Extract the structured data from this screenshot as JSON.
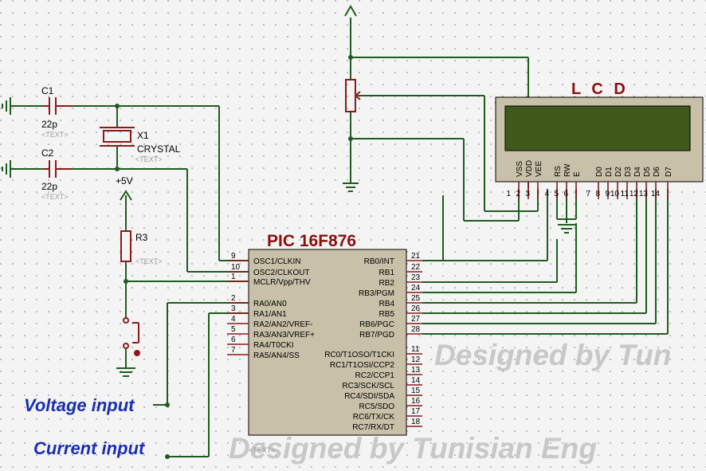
{
  "title_mcu": "PIC 16F876",
  "title_lcd": "L C D",
  "text_placeholder": "<TEXT>",
  "c1": {
    "name": "C1",
    "value": "22p"
  },
  "c2": {
    "name": "C2",
    "value": "22p"
  },
  "x1": {
    "name": "X1",
    "type": "CRYSTAL"
  },
  "r3": {
    "name": "R3"
  },
  "vcc": "+5V",
  "voltage_input": "Voltage input",
  "current_input": "Current input",
  "watermark1": "Designed by Tun",
  "watermark2": "Designed by Tunisian Eng",
  "mcu_left_pins": [
    {
      "num": "9",
      "name": "OSC1/CLKIN"
    },
    {
      "num": "10",
      "name": "OSC2/CLKOUT"
    },
    {
      "num": "1",
      "name": "MCLR/Vpp/THV"
    },
    {
      "num": "2",
      "name": "RA0/AN0"
    },
    {
      "num": "3",
      "name": "RA1/AN1"
    },
    {
      "num": "4",
      "name": "RA2/AN2/VREF-"
    },
    {
      "num": "5",
      "name": "RA3/AN3/VREF+"
    },
    {
      "num": "6",
      "name": "RA4/T0CKI"
    },
    {
      "num": "7",
      "name": "RA5/AN4/SS"
    }
  ],
  "mcu_right_pins": [
    {
      "num": "21",
      "name": "RB0/INT"
    },
    {
      "num": "22",
      "name": "RB1"
    },
    {
      "num": "23",
      "name": "RB2"
    },
    {
      "num": "24",
      "name": "RB3/PGM"
    },
    {
      "num": "25",
      "name": "RB4"
    },
    {
      "num": "26",
      "name": "RB5"
    },
    {
      "num": "27",
      "name": "RB6/PGC"
    },
    {
      "num": "28",
      "name": "RB7/PGD"
    },
    {
      "num": "11",
      "name": "RC0/T1OSO/T1CKI"
    },
    {
      "num": "12",
      "name": "RC1/T1OSI/CCP2"
    },
    {
      "num": "13",
      "name": "RC2/CCP1"
    },
    {
      "num": "14",
      "name": "RC3/SCK/SCL"
    },
    {
      "num": "15",
      "name": "RC4/SDI/SDA"
    },
    {
      "num": "16",
      "name": "RC5/SDO"
    },
    {
      "num": "17",
      "name": "RC6/TX/CK"
    },
    {
      "num": "18",
      "name": "RC7/RX/DT"
    }
  ],
  "lcd_pins": [
    {
      "num": "1",
      "name": "VSS"
    },
    {
      "num": "2",
      "name": "VDD"
    },
    {
      "num": "3",
      "name": "VEE"
    },
    {
      "num": "4",
      "name": "RS"
    },
    {
      "num": "5",
      "name": "RW"
    },
    {
      "num": "6",
      "name": "E"
    },
    {
      "num": "7",
      "name": "D0"
    },
    {
      "num": "8",
      "name": "D1"
    },
    {
      "num": "9",
      "name": "D2"
    },
    {
      "num": "10",
      "name": "D3"
    },
    {
      "num": "11",
      "name": "D4"
    },
    {
      "num": "12",
      "name": "D5"
    },
    {
      "num": "13",
      "name": "D6"
    },
    {
      "num": "14",
      "name": "D7"
    }
  ]
}
